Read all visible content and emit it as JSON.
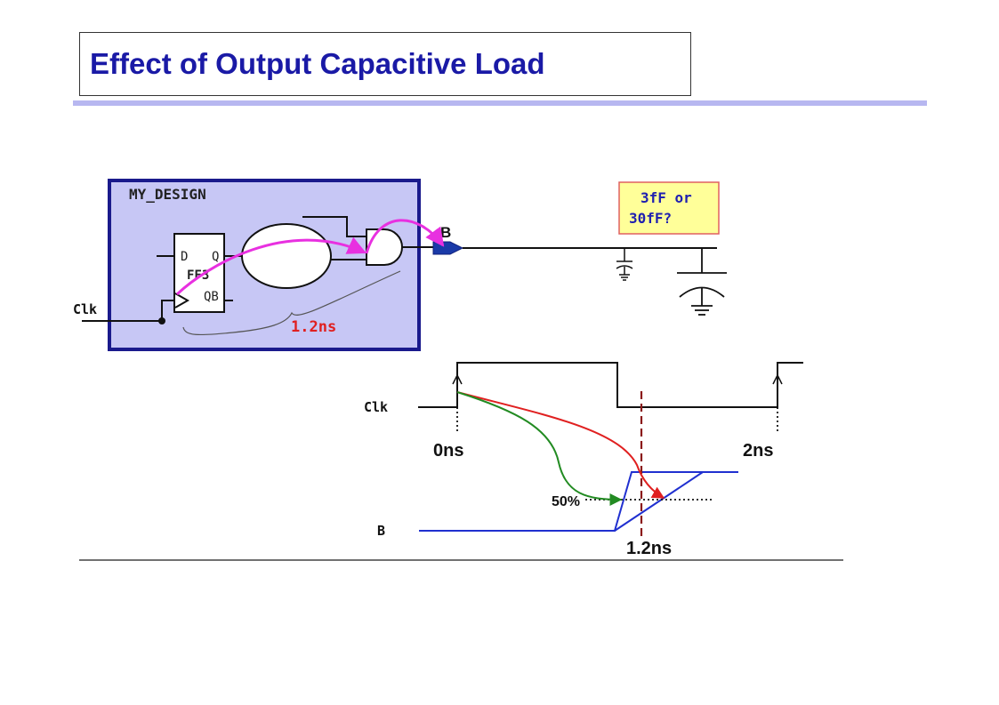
{
  "slide": {
    "title": "Effect of Output Capacitive Load"
  },
  "design": {
    "block_label": "MY_DESIGN",
    "flop_pin_d": "D",
    "flop_pin_q": "Q",
    "flop_name": "FF3",
    "flop_pin_qb": "QB",
    "clock_input_label": "Clk",
    "path_delay_label": "1.2ns",
    "output_port_label": "B"
  },
  "load_question": {
    "line1": "3fF or",
    "line2": "30fF?"
  },
  "timing": {
    "clk_label": "Clk",
    "b_label": "B",
    "t0_label": "0ns",
    "t2_label": "2ns",
    "t_delay_label": "1.2ns",
    "threshold_label": "50%"
  },
  "colors": {
    "title_text": "#1a1aa6",
    "title_rule": "#b7b7f0",
    "block_fill": "#c7c7f5",
    "block_border": "#1a1a8c",
    "path_arrow": "#e830e0",
    "delay_label": "#e02020",
    "question_fill": "#ffff99",
    "question_border": "#e06060",
    "question_text": "#2020b0",
    "red_arrow": "#e02020",
    "green_arrow": "#228b22",
    "b_waveform": "#2030d0",
    "delay_marker": "#8b1a1a"
  }
}
